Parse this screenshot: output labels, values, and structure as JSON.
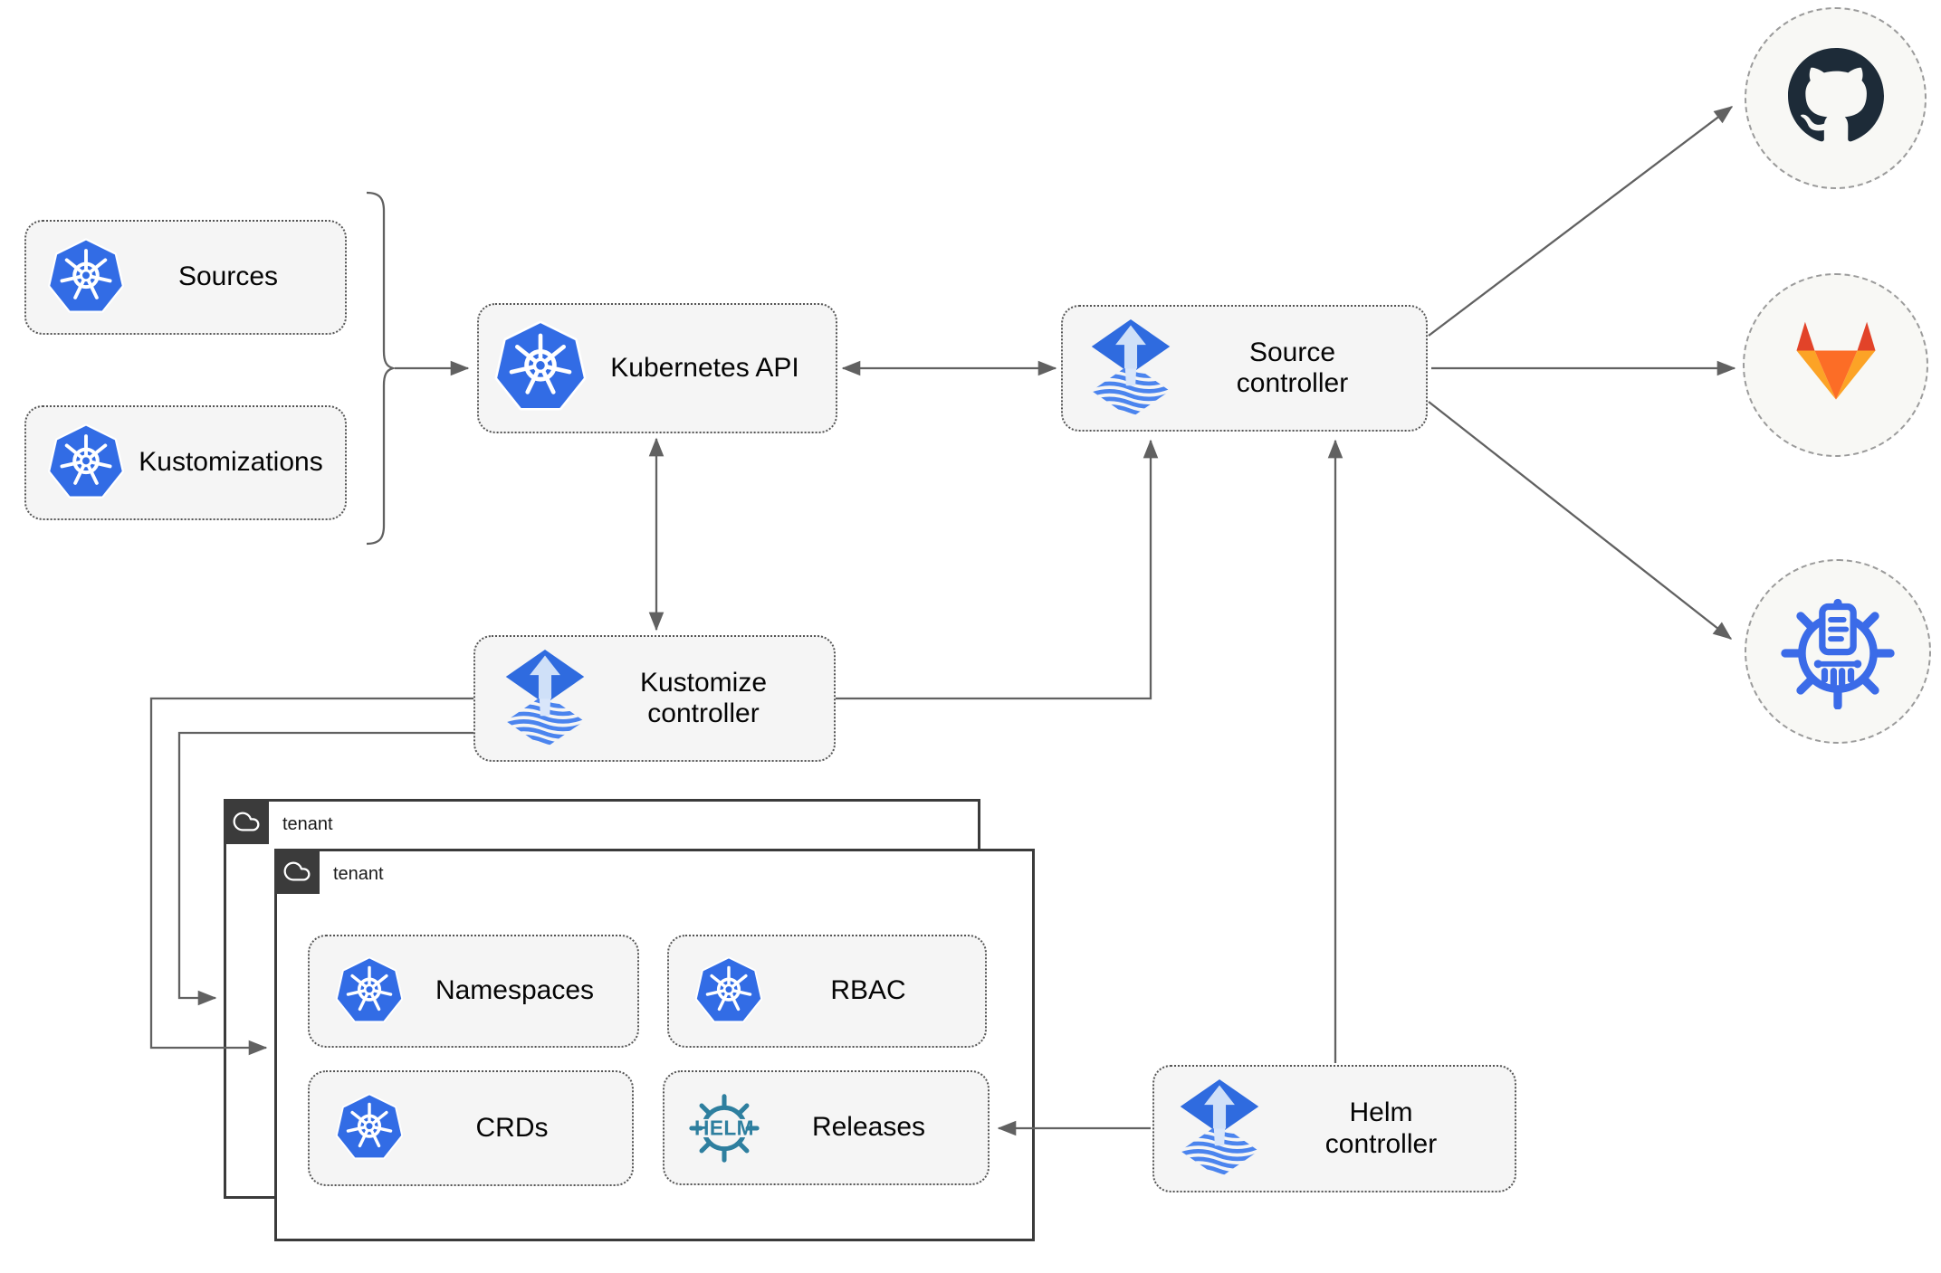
{
  "diagram": {
    "description": "Flux GitOps multi-tenancy architecture diagram",
    "nodes": {
      "sources": {
        "label": "Sources",
        "icon": "kubernetes-icon"
      },
      "kustomizations": {
        "label": "Kustomizations",
        "icon": "kubernetes-icon"
      },
      "kubernetes_api": {
        "label": "Kubernetes API",
        "icon": "kubernetes-icon"
      },
      "source_controller": {
        "label": "Source controller",
        "icon": "flux-icon"
      },
      "kustomize_controller": {
        "label": "Kustomize controller",
        "icon": "flux-icon"
      },
      "helm_controller": {
        "label": "Helm controller",
        "icon": "flux-icon"
      },
      "namespaces": {
        "label": "Namespaces",
        "icon": "kubernetes-icon"
      },
      "rbac": {
        "label": "RBAC",
        "icon": "kubernetes-icon"
      },
      "crds": {
        "label": "CRDs",
        "icon": "kubernetes-icon"
      },
      "releases": {
        "label": "Releases",
        "icon": "helm-icon"
      }
    },
    "groups": {
      "tenant_outer": {
        "label": "tenant",
        "icon": "cloud-icon"
      },
      "tenant_inner": {
        "label": "tenant",
        "icon": "cloud-icon"
      }
    },
    "endpoints": {
      "github": {
        "icon": "github-icon"
      },
      "gitlab": {
        "icon": "gitlab-icon"
      },
      "chartmuseum": {
        "icon": "chartmuseum-icon"
      }
    },
    "edges": [
      {
        "from": "sources / kustomizations",
        "to": "kubernetes_api",
        "style": "arrow"
      },
      {
        "from": "kubernetes_api",
        "to": "source_controller",
        "style": "double-arrow"
      },
      {
        "from": "kubernetes_api",
        "to": "kustomize_controller",
        "style": "double-arrow"
      },
      {
        "from": "kustomize_controller",
        "to": "source_controller",
        "style": "arrow"
      },
      {
        "from": "kustomize_controller",
        "to": "tenant_outer",
        "style": "arrow"
      },
      {
        "from": "kustomize_controller",
        "to": "tenant_inner",
        "style": "arrow"
      },
      {
        "from": "helm_controller",
        "to": "source_controller",
        "style": "arrow"
      },
      {
        "from": "helm_controller",
        "to": "releases",
        "style": "arrow"
      },
      {
        "from": "source_controller",
        "to": "github",
        "style": "arrow"
      },
      {
        "from": "source_controller",
        "to": "gitlab",
        "style": "arrow"
      },
      {
        "from": "source_controller",
        "to": "chartmuseum",
        "style": "arrow"
      }
    ],
    "colors": {
      "kubernetes_blue": "#326CE5",
      "flux_blue": "#2F6BDF",
      "flux_arrow_light": "#CFE0F8",
      "flux_stripe_blue": "#4B84EE",
      "helm_teal": "#2E7F9F",
      "github_dark": "#1D2B38",
      "gitlab_dark_orange": "#E24329",
      "gitlab_orange": "#FC6D26",
      "gitlab_light_orange": "#FCA326",
      "chartmuseum_blue": "#3B6BE8",
      "node_fill": "#F5F5F5",
      "dotted_border": "#555555",
      "connector_gray": "#616161",
      "tenant_border": "#3B3B3B"
    }
  }
}
